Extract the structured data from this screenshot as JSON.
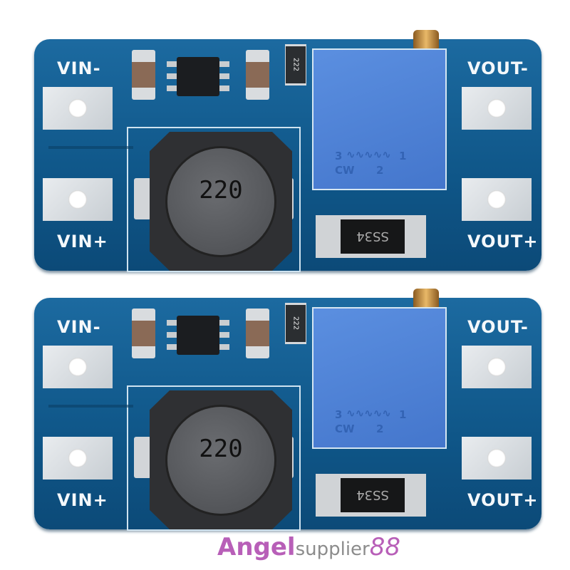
{
  "boards": [
    {
      "vin_minus": "VIN-",
      "vin_plus": "VIN+",
      "vout_minus": "VOUT-",
      "vout_plus": "VOUT+",
      "resistor_code": "222",
      "pot_pin3": "3",
      "pot_pin1": "1",
      "pot_cw": "CW",
      "pot_pin2": "2",
      "inductor_value": "220",
      "diode_code": "SS34"
    },
    {
      "vin_minus": "VIN-",
      "vin_plus": "VIN+",
      "vout_minus": "VOUT-",
      "vout_plus": "VOUT+",
      "resistor_code": "222",
      "pot_pin3": "3",
      "pot_pin1": "1",
      "pot_cw": "CW",
      "pot_pin2": "2",
      "inductor_value": "220",
      "diode_code": "SS34"
    }
  ],
  "watermark": {
    "brand": "Angel",
    "supplier": "supplier",
    "number": "88"
  },
  "colors": {
    "pcb": "#0f5688",
    "potentiometer": "#4a7dd4",
    "watermark": "#b85fb8"
  }
}
